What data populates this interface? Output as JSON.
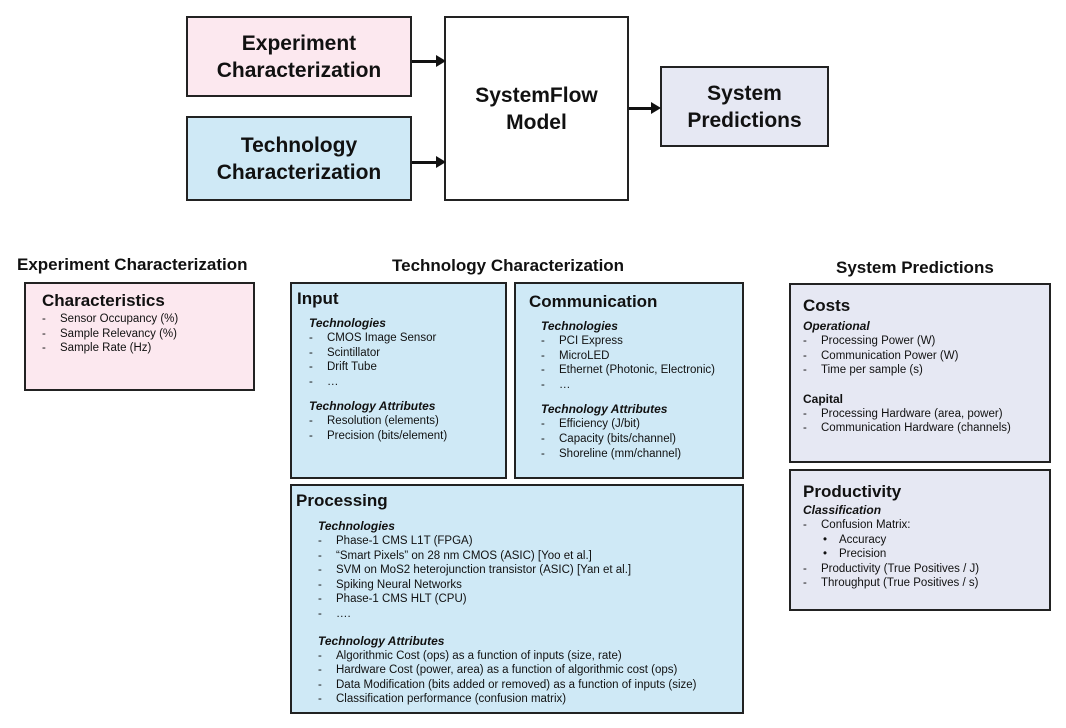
{
  "top": {
    "experiment": "Experiment\nCharacterization",
    "technology": "Technology\nCharacterization",
    "model": "SystemFlow\nModel",
    "predictions": "System\nPredictions"
  },
  "experiment_col": {
    "title": "Experiment Characterization",
    "panel_title": "Characteristics",
    "items": [
      "Sensor Occupancy (%)",
      "Sample Relevancy (%)",
      "Sample Rate (Hz)"
    ]
  },
  "technology_col": {
    "title": "Technology Characterization",
    "input": {
      "title": "Input",
      "tech_label": "Technologies",
      "techs": [
        "CMOS Image Sensor",
        "Scintillator",
        "Drift Tube",
        "…"
      ],
      "attr_label": "Technology Attributes",
      "attrs": [
        "Resolution (elements)",
        "Precision (bits/element)"
      ]
    },
    "communication": {
      "title": "Communication",
      "tech_label": "Technologies",
      "techs": [
        "PCI Express",
        "MicroLED",
        "Ethernet (Photonic, Electronic)",
        "…"
      ],
      "attr_label": "Technology Attributes",
      "attrs": [
        "Efficiency (J/bit)",
        "Capacity (bits/channel)",
        "Shoreline (mm/channel)"
      ]
    },
    "processing": {
      "title": "Processing",
      "tech_label": "Technologies",
      "techs": [
        "Phase-1 CMS L1T (FPGA)",
        "“Smart Pixels” on 28 nm CMOS (ASIC) [Yoo et al.]",
        "SVM on MoS2 heterojunction transistor (ASIC) [Yan et al.]",
        "Spiking Neural Networks",
        "Phase-1 CMS HLT (CPU)",
        "…."
      ],
      "attr_label": "Technology Attributes",
      "attrs": [
        "Algorithmic Cost (ops) as a function of inputs (size, rate)",
        "Hardware Cost (power, area) as a function of algorithmic cost (ops)",
        "Data Modification (bits added or removed) as a function of inputs (size)",
        "Classification performance (confusion matrix)"
      ]
    }
  },
  "predictions_col": {
    "title": "System Predictions",
    "costs": {
      "title": "Costs",
      "op_label": "Operational",
      "op_items": [
        "Processing Power (W)",
        "Communication Power (W)",
        "Time per sample (s)"
      ],
      "cap_label": "Capital",
      "cap_items": [
        "Processing Hardware (area, power)",
        "Communication Hardware (channels)"
      ]
    },
    "productivity": {
      "title": "Productivity",
      "class_label": "Classification",
      "confusion": "Confusion Matrix:",
      "confusion_items": [
        "Accuracy",
        "Precision"
      ],
      "other_items": [
        "Productivity (True Positives / J)",
        "Throughput (True Positives / s)"
      ]
    }
  },
  "colors": {
    "pink": "#fce8ef",
    "blue": "#cfe9f6",
    "lavender": "#e6e8f3"
  }
}
